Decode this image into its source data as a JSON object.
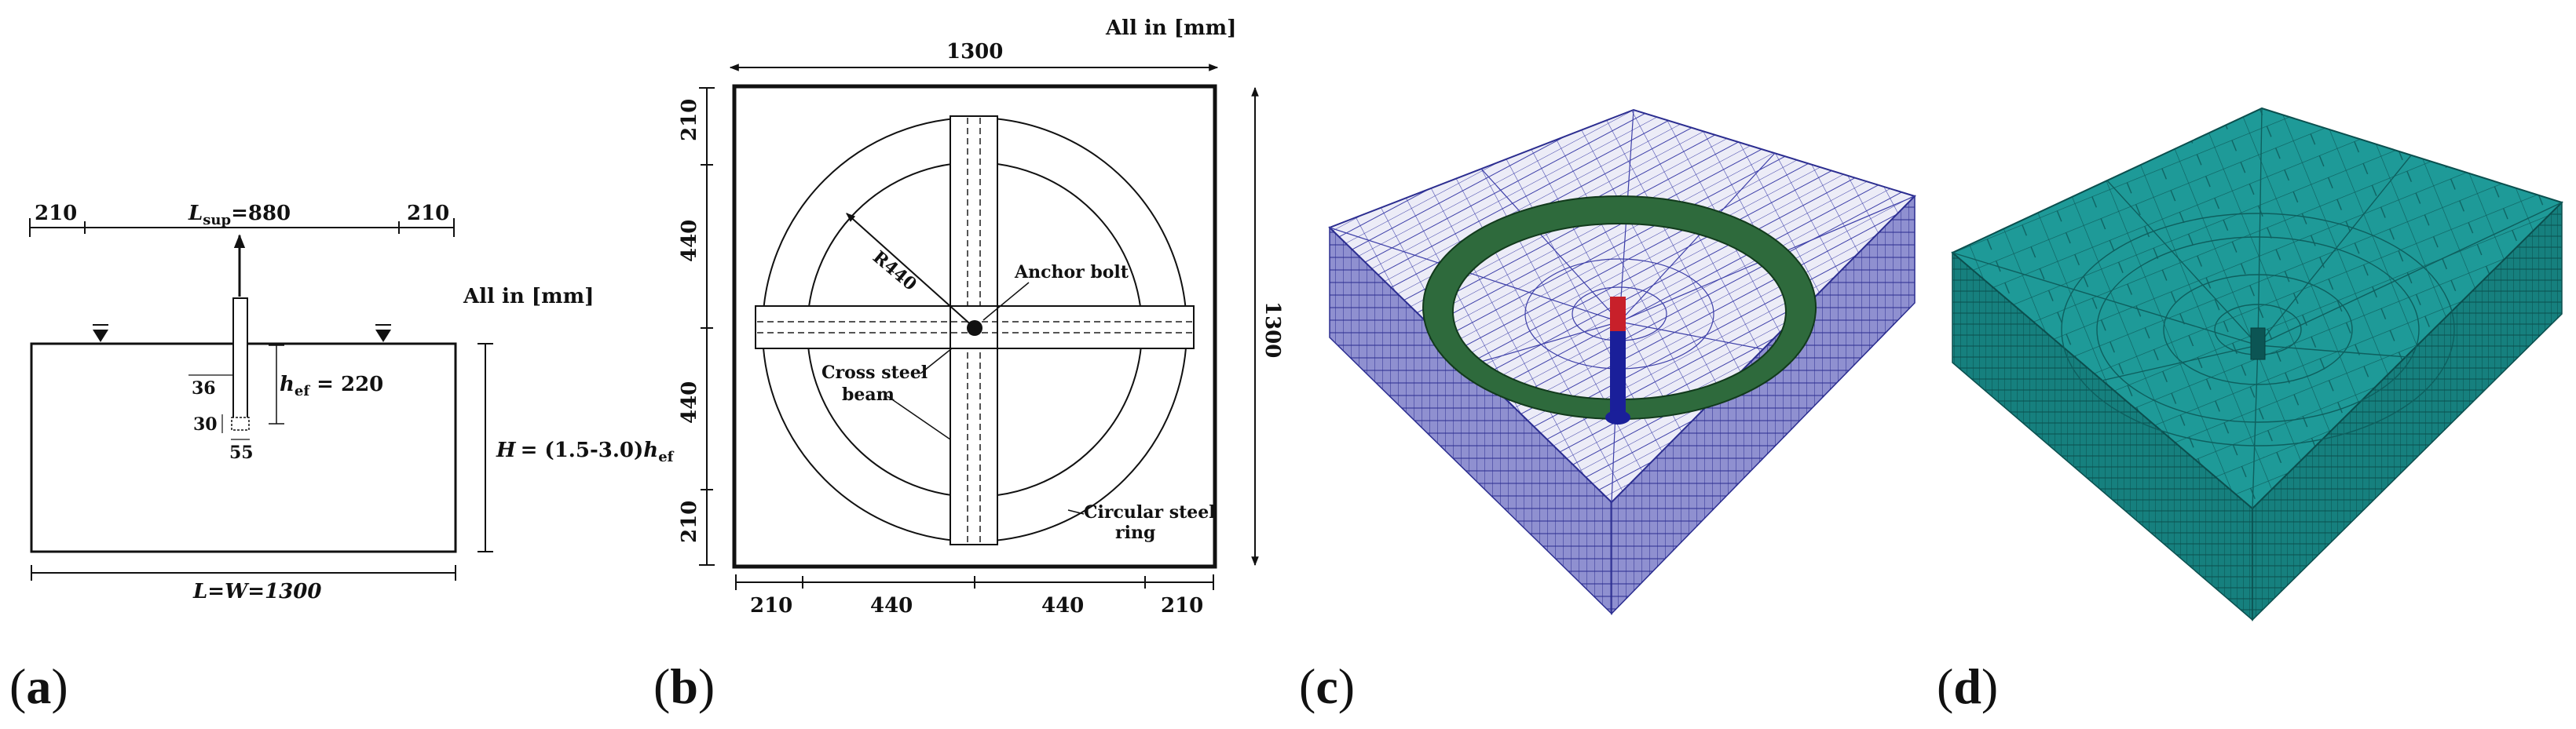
{
  "panel_a": {
    "caption_open": "(",
    "caption_letter": "a",
    "caption_close": ")",
    "dim_left": "210",
    "dim_center": "L",
    "dim_center_sub": "sup",
    "dim_center_val": "=880",
    "dim_right": "210",
    "units": "All in [mm]",
    "hef_label": "h",
    "hef_sub": "ef",
    "hef_val": " = 220",
    "d36": "36",
    "d30": "30",
    "d55": "55",
    "height_label": "H",
    "height_val": "= (1.5-3.0)",
    "height_h": "h",
    "height_sub": "ef",
    "length_label": "L=W=1300"
  },
  "panel_b": {
    "caption_open": "(",
    "caption_letter": "b",
    "caption_close": ")",
    "units": "All in [mm]",
    "dim_top": "1300",
    "dim_right": "1300",
    "dim_left_top": "210",
    "dim_left_mid1": "440",
    "dim_left_mid2": "440",
    "dim_left_bot": "210",
    "dim_bot_1": "210",
    "dim_bot_2": "440",
    "dim_bot_3": "440",
    "dim_bot_4": "210",
    "radius_label": "R440",
    "anchor_label": "Anchor bolt",
    "cross_label_1": "Cross steel",
    "cross_label_2": "beam",
    "ring_label_1": "Circular steel",
    "ring_label_2": "ring"
  },
  "panel_c": {
    "caption_open": "(",
    "caption_letter": "c",
    "caption_close": ")"
  },
  "panel_d": {
    "caption_open": "(",
    "caption_letter": "d",
    "caption_close": ")"
  },
  "colors": {
    "mesh_blue": "#3d3fa8",
    "mesh_fill": "#e9e9f5",
    "ring_green": "#2e6a3c",
    "bolt_red": "#c8202a",
    "bolt_blue": "#1a1f9a",
    "teal": "#1e9a98",
    "teal_side": "#137876",
    "teal_dark": "#0e5f5e"
  }
}
